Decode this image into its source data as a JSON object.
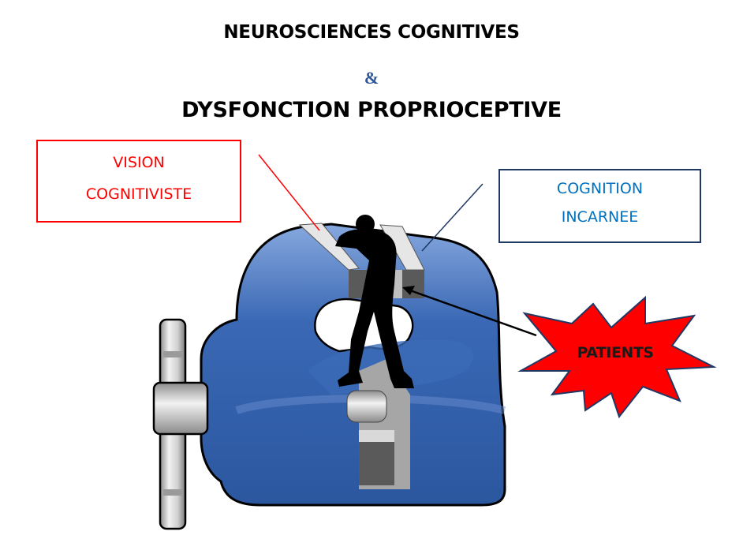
{
  "titles": {
    "line1": "NEUROSCIENCES COGNITIVES",
    "ampersand": "&",
    "line2": "DYSFONCTION PROPRIOCEPTIVE"
  },
  "boxes": {
    "left": {
      "line1": "VISION",
      "line2": "COGNITIVISTE",
      "border_color": "#ff0000",
      "text_color": "#ff0000"
    },
    "right": {
      "line1": "COGNITION",
      "line2": "INCARNEE",
      "border_color": "#1f3864",
      "text_color": "#0070c0"
    }
  },
  "burst": {
    "label": "PATIENTS",
    "fill_color": "#ff0000",
    "outline_color": "#1f3864"
  },
  "illustration": {
    "subject": "blue bench vise squeezing a black human silhouette",
    "vise_color": "#2e5ba3",
    "jaw_color": "#d9d9d9",
    "figure_color": "#000000"
  }
}
